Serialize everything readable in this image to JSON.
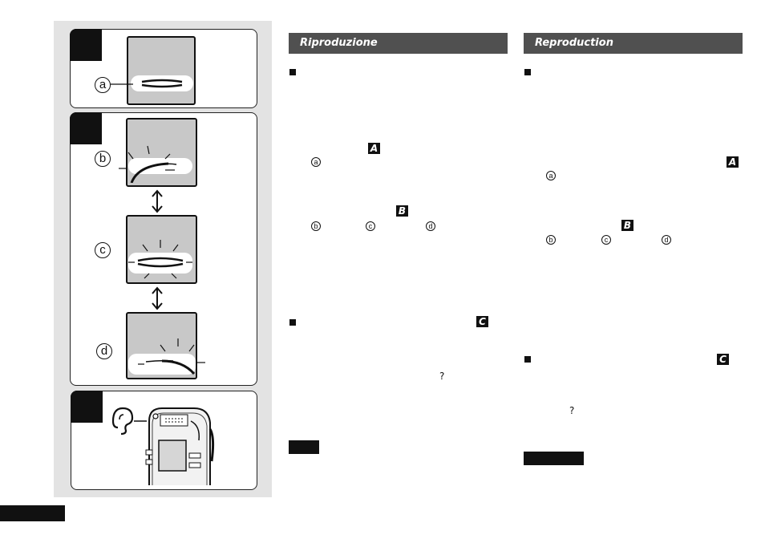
{
  "left_panel": {
    "step1": {
      "indicator": "a"
    },
    "step2": {
      "indicators": [
        "b",
        "c",
        "d"
      ]
    },
    "step3": {
      "icons": [
        "ear-icon",
        "recorder-device-icon"
      ]
    }
  },
  "columns": [
    {
      "header": "Riproduzione",
      "badges": [
        "A",
        "B",
        "C"
      ],
      "circled_letters": [
        "a",
        "b",
        "c",
        "d"
      ],
      "ear_symbol": "?"
    },
    {
      "header": "Reproduction",
      "badges": [
        "A",
        "B",
        "C"
      ],
      "circled_letters": [
        "a",
        "b",
        "c",
        "d"
      ],
      "ear_symbol": "?"
    }
  ]
}
